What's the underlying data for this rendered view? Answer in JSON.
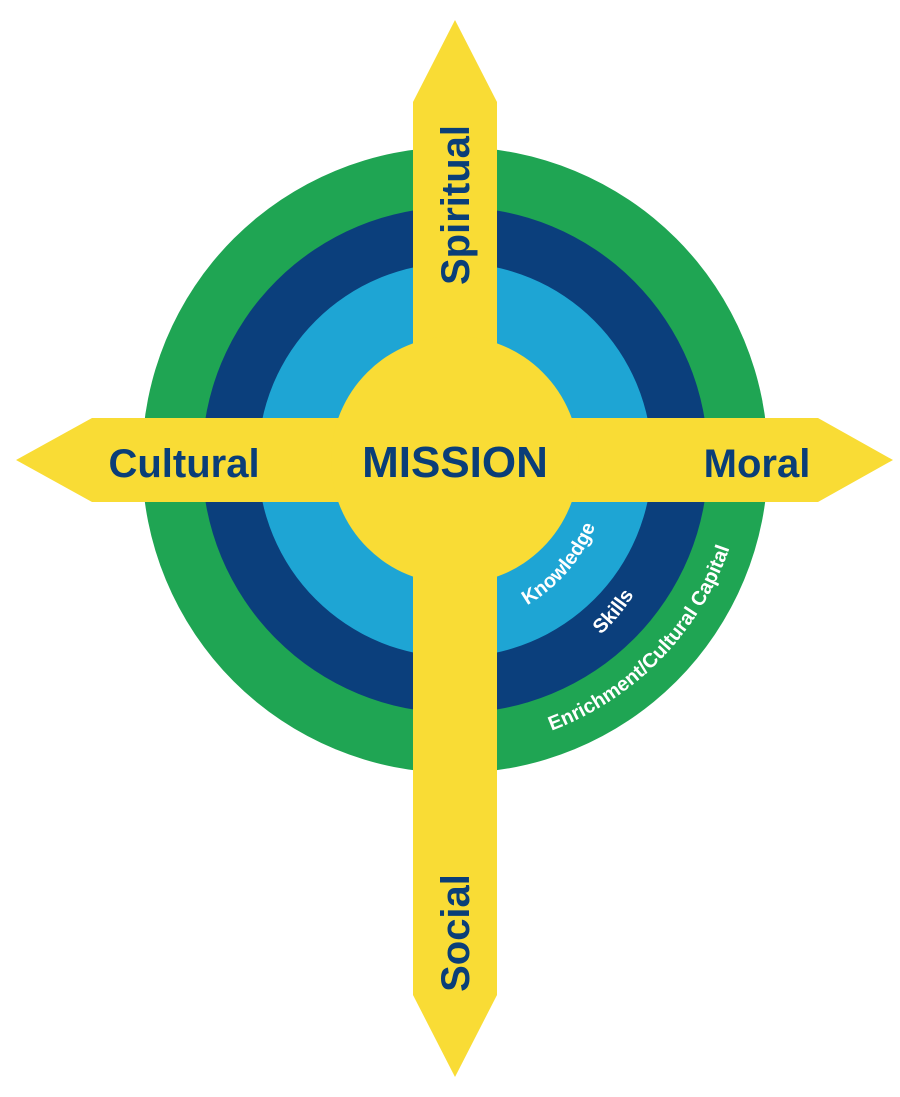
{
  "colors": {
    "outer_ring": "#1fa553",
    "middle_ring": "#0b3f7c",
    "inner_ring": "#1ea5d4",
    "cross": "#f9dc35",
    "label_text": "#0a3e78",
    "ring_text": "#ffffff"
  },
  "center": {
    "label": "MISSION"
  },
  "arms": {
    "top": "Spiritual",
    "left": "Cultural",
    "right": "Moral",
    "bottom": "Social"
  },
  "rings": {
    "inner": "Knowledge",
    "middle": "Skills",
    "outer": "Enrichment/Cultural Capital"
  }
}
